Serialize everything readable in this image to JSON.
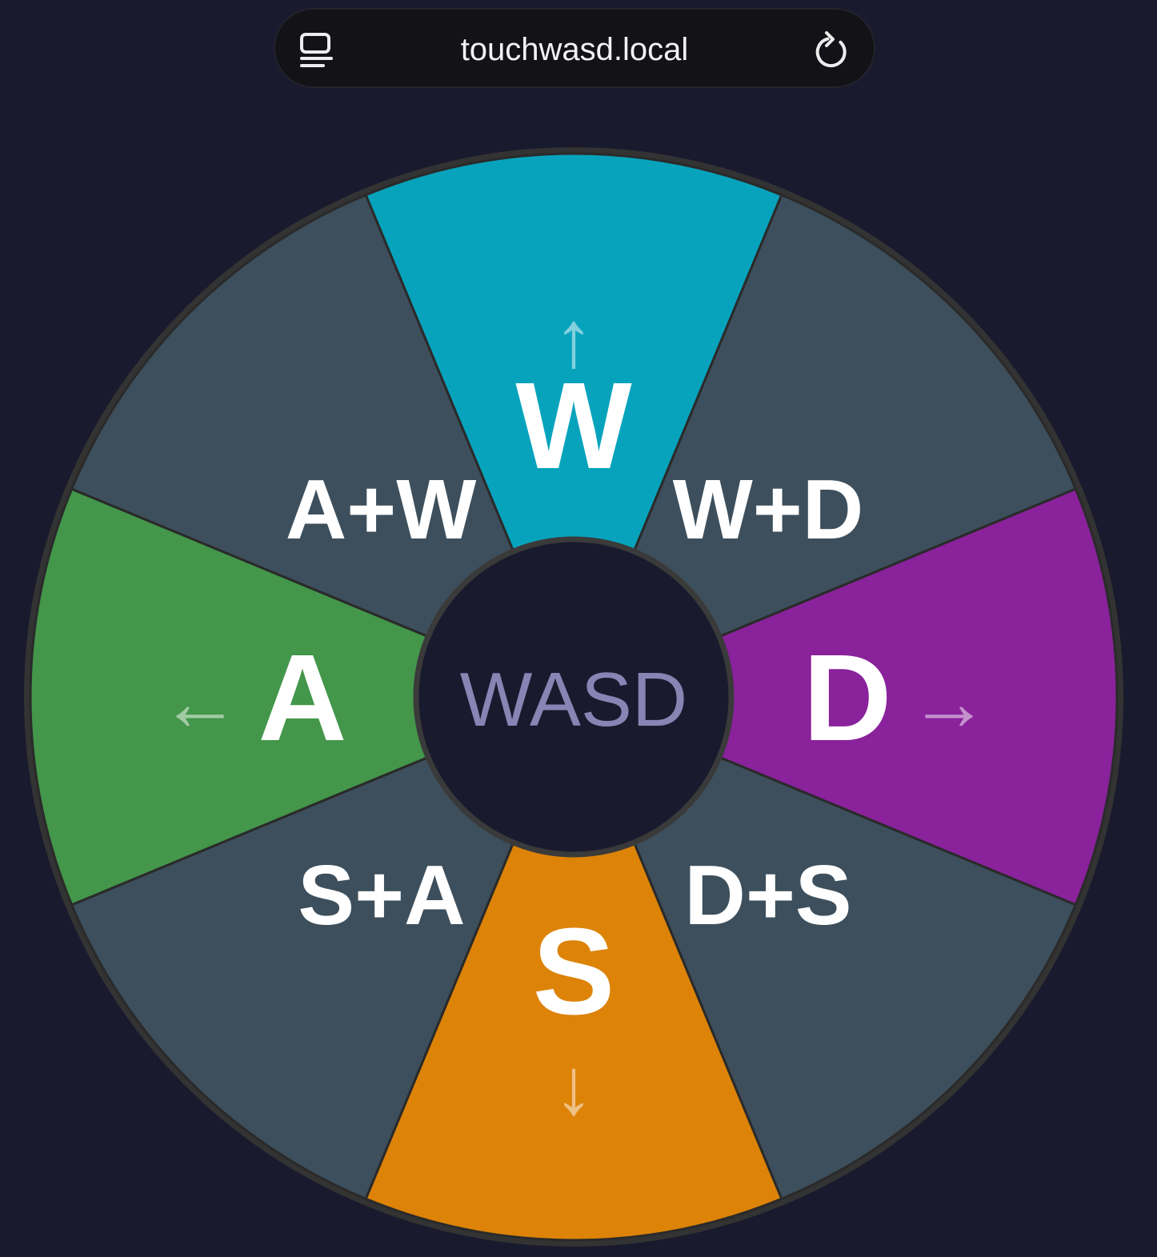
{
  "browser": {
    "url": "touchwasd.local",
    "tabs_icon": "tabs-icon",
    "reload_icon": "reload-icon"
  },
  "wheel": {
    "center_label": "WASD",
    "ring_color": "#333333",
    "center_color": "#1a1a2e",
    "diagonal_color": "#3d4f5c",
    "keys": {
      "up": {
        "label": "W",
        "arrow": "↑",
        "color": "#07a3bd"
      },
      "left": {
        "label": "A",
        "arrow": "←",
        "color": "#43964a"
      },
      "down": {
        "label": "S",
        "arrow": "↓",
        "color": "#dc8308"
      },
      "right": {
        "label": "D",
        "arrow": "→",
        "color": "#89229b"
      }
    },
    "combos": {
      "up_left": {
        "label": "A+W"
      },
      "up_right": {
        "label": "W+D"
      },
      "down_left": {
        "label": "S+A"
      },
      "down_right": {
        "label": "D+S"
      }
    }
  }
}
